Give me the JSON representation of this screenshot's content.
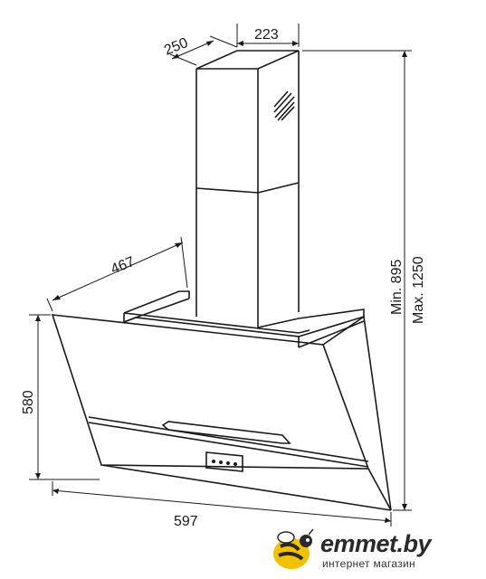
{
  "dimensions": {
    "depth_top": "250",
    "chimney_width": "223",
    "depth_hood": "467",
    "height_body": "580",
    "width_body": "597",
    "height_min": "Min. 895",
    "height_max": "Max. 1250"
  },
  "watermark": {
    "name": "emmet.by",
    "subtitle": "интернет магазин"
  },
  "colors": {
    "line": "#1a1a1a",
    "brand_yellow": "#f2c200",
    "brand_text": "#2a2a2a"
  }
}
